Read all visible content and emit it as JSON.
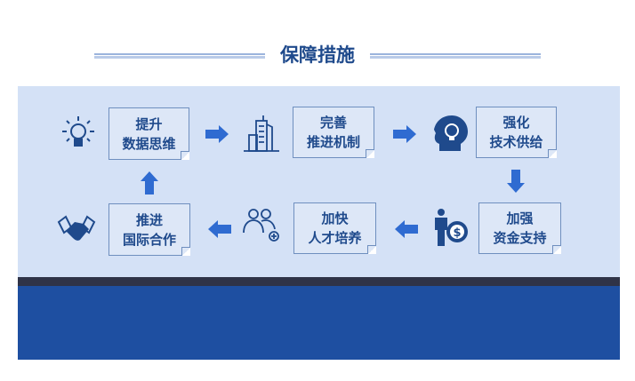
{
  "title": "保障措施",
  "steps": [
    {
      "line1": "提升",
      "line2": "数据思维",
      "icon": "lightbulb-icon"
    },
    {
      "line1": "完善",
      "line2": "推进机制",
      "icon": "building-icon"
    },
    {
      "line1": "强化",
      "line2": "技术供给",
      "icon": "head-idea-icon"
    },
    {
      "line1": "加强",
      "line2": "资金支持",
      "icon": "businessman-money-icon"
    },
    {
      "line1": "加快",
      "line2": "人才培养",
      "icon": "people-add-icon"
    },
    {
      "line1": "推进",
      "line2": "国际合作",
      "icon": "handshake-icon"
    }
  ],
  "colors": {
    "accent": "#2f6bd1",
    "text": "#1f4a8c",
    "panel": "#d4e1f6",
    "band": "#1e4fa1"
  }
}
